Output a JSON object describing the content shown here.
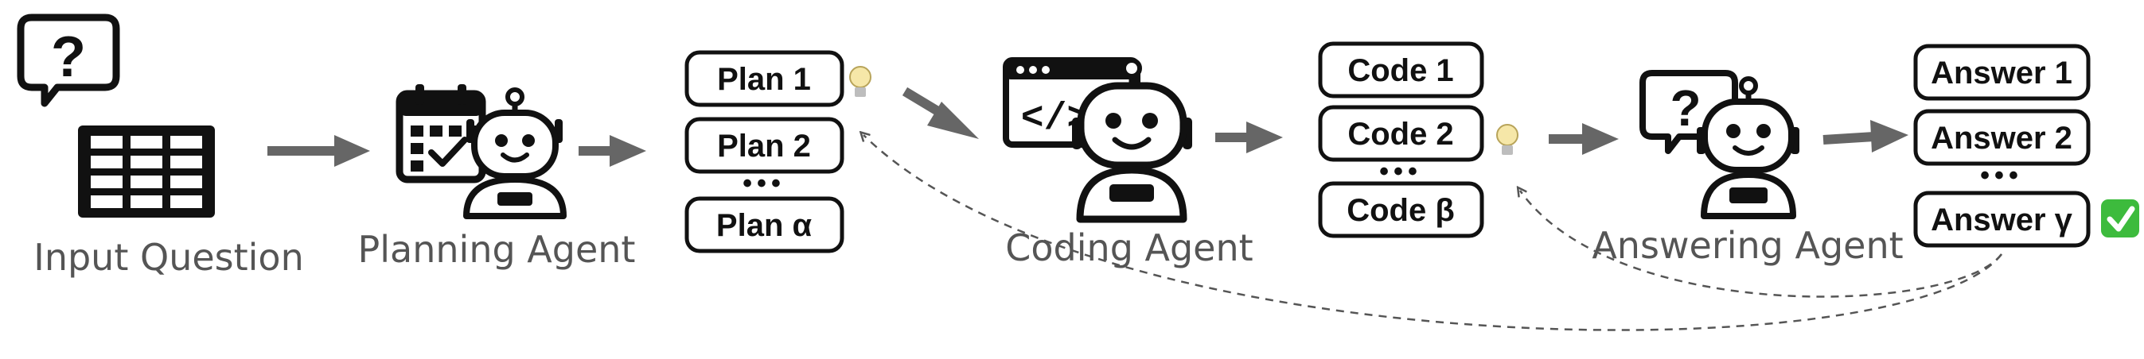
{
  "labels": {
    "input": "Input Question",
    "planning": "Planning Agent",
    "coding": "Coding Agent",
    "answering": "Answering Agent"
  },
  "plans": [
    "Plan 1",
    "Plan 2",
    "Plan α"
  ],
  "codes": [
    "Code 1",
    "Code 2",
    "Code β"
  ],
  "answers": [
    "Answer 1",
    "Answer 2",
    "Answer γ"
  ],
  "ellipsis": "•••",
  "icons": {
    "question": "speech-bubble-question-icon",
    "table": "table-icon",
    "calendar": "calendar-icon",
    "robot": "robot-icon",
    "code_window": "code-window-icon",
    "lightbulb": "lightbulb-icon",
    "check": "green-check-icon"
  },
  "colors": {
    "stroke": "#111111",
    "label": "#555555",
    "arrow": "#666666",
    "check": "#3dbb3d",
    "bulb": "#f6e7a8"
  }
}
